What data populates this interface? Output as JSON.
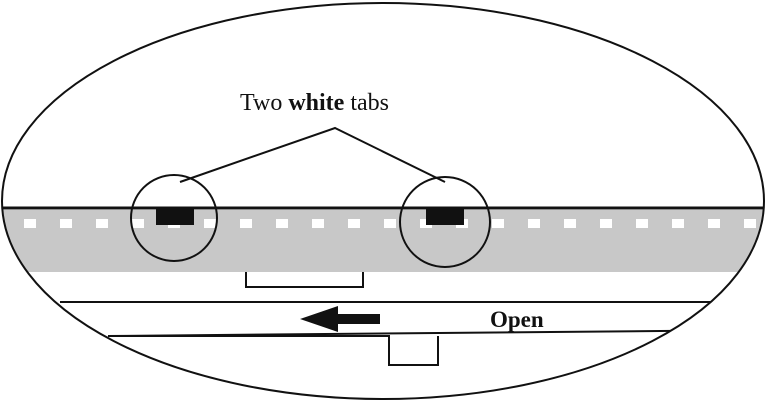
{
  "callout": {
    "prefix": "Two ",
    "emphasis": "white",
    "suffix": " tabs"
  },
  "direction_label": "Open",
  "direction_arrow": "left-arrow-icon",
  "tab_count": 2,
  "colors": {
    "band": "#c8c8c8",
    "tab": "#111111",
    "line": "#111111",
    "dash": "#ffffff",
    "background": "#ffffff"
  }
}
